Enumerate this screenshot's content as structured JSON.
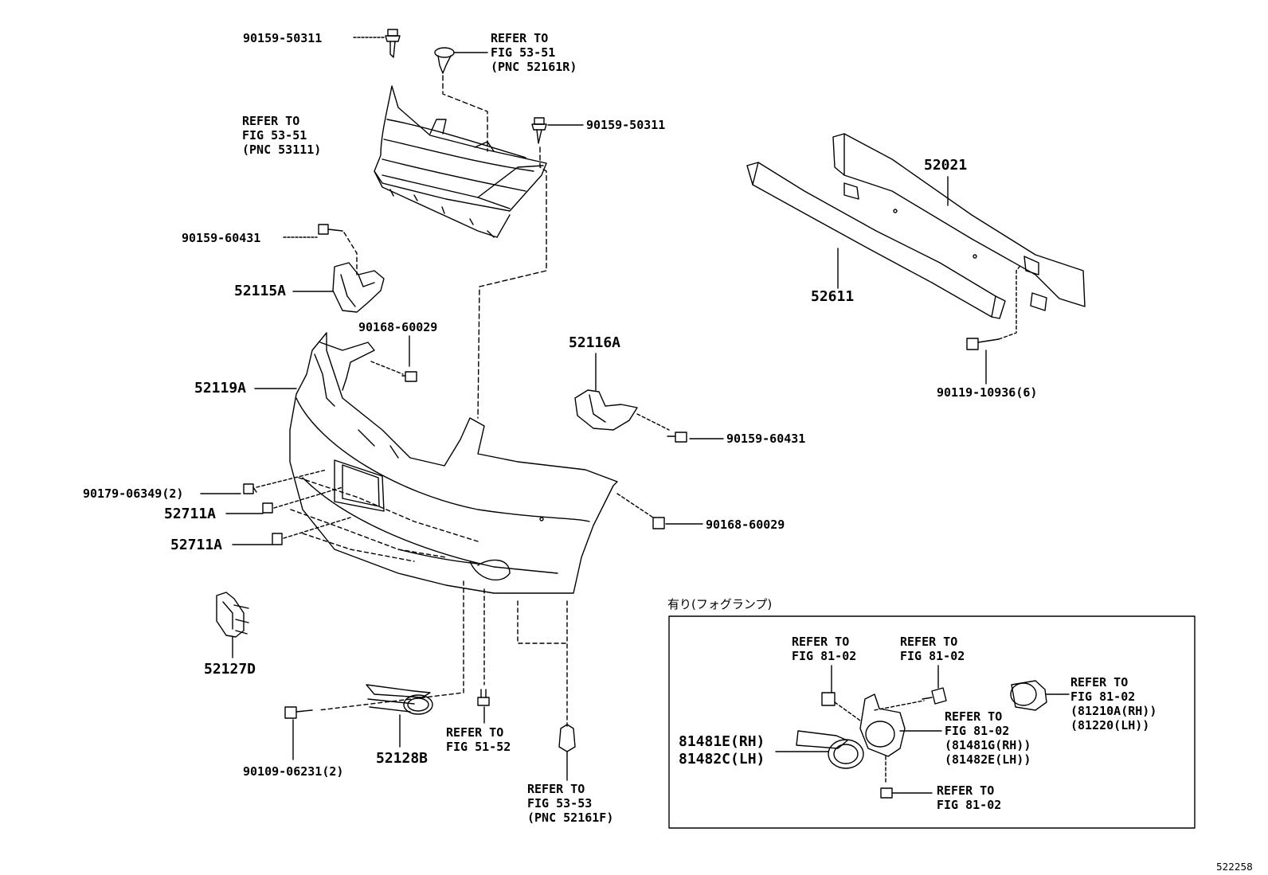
{
  "labels": {
    "p_90159_50311_a": "90159-50311",
    "refer_5351_r": "REFER TO\nFIG 53-51\n(PNC 52161R)",
    "refer_5351_g": "REFER TO\nFIG 53-51\n(PNC 53111)",
    "p_90159_50311_b": "90159-50311",
    "p_90159_60431_a": "90159-60431",
    "p_52115A": "52115A",
    "p_90168_60029_a": "90168-60029",
    "p_52119A": "52119A",
    "p_52116A": "52116A",
    "p_90159_60431_b": "90159-60431",
    "p_52021": "52021",
    "p_52611": "52611",
    "p_90119_10936": "90119-10936(6)",
    "p_90179_06349": "90179-06349(2)",
    "p_52711A_a": "52711A",
    "p_52711A_b": "52711A",
    "p_90168_60029_b": "90168-60029",
    "p_52127D": "52127D",
    "refer_5152": "REFER TO\nFIG 51-52",
    "p_90109_06231": "90109-06231(2)",
    "p_52128B": "52128B",
    "refer_5353": "REFER TO\nFIG 53-53\n(PNC 52161F)",
    "fog_heading": "有り(フォグランプ)",
    "refer_8102_a": "REFER TO\nFIG 81-02",
    "refer_8102_b": "REFER TO\nFIG 81-02",
    "refer_8102_lamp": "REFER TO\nFIG 81-02\n(81210A(RH))\n(81220(LH))",
    "refer_8102_cover": "REFER TO\nFIG 81-02\n(81481G(RH))\n(81482E(LH))",
    "p_81481E": "81481E(RH)\n81482C(LH)",
    "refer_8102_c": "REFER TO\nFIG 81-02",
    "diagram_id": "522258"
  }
}
